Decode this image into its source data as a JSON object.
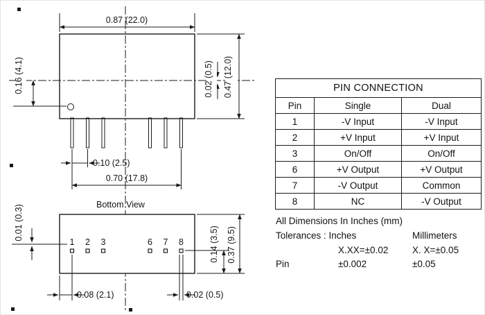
{
  "colors": {
    "ink": "#1a1a1a",
    "bg": "#ffffff"
  },
  "drawing": {
    "top_view": {
      "dim_width": "0.87 (22.0)",
      "dim_left": "0.16 (4.1)",
      "dim_offset": "0.02 (0.5)",
      "dim_height": "0.47 (12.0)",
      "dim_pin_pitch": "0.10 (2.5)",
      "dim_pin_span": "0.70 (17.8)"
    },
    "bottom_view": {
      "label": "Bottom View",
      "pin_numbers": [
        "1",
        "2",
        "3",
        "6",
        "7",
        "8"
      ],
      "dim_pad_offset": "0.01 (0.3)",
      "dim_pad_to_edge": "0.14 (3.5)",
      "dim_depth": "0.37 (9.5)",
      "dim_pin1_inset": "0.08 (2.1)",
      "dim_pad_width": "0.02 (0.5)"
    }
  },
  "table": {
    "title": "PIN CONNECTION",
    "headers": [
      "Pin",
      "Single",
      "Dual"
    ],
    "rows": [
      [
        "1",
        "-V Input",
        "-V Input"
      ],
      [
        "2",
        "+V Input",
        "+V Input"
      ],
      [
        "3",
        "On/Off",
        "On/Off"
      ],
      [
        "6",
        "+V Output",
        "+V Output"
      ],
      [
        "7",
        "-V Output",
        "Common"
      ],
      [
        "8",
        "NC",
        "-V Output"
      ]
    ]
  },
  "notes": {
    "dimensions": "All Dimensions In Inches (mm)",
    "tolerances_inches": "Tolerances : Inches",
    "millimeters": "Millimeters",
    "inches_value": "X.XX=±0.02",
    "mm_value": "X. X=±0.05",
    "pin_label": "Pin",
    "pin_inches_value": "±0.002",
    "pin_mm_value": "±0.05"
  }
}
